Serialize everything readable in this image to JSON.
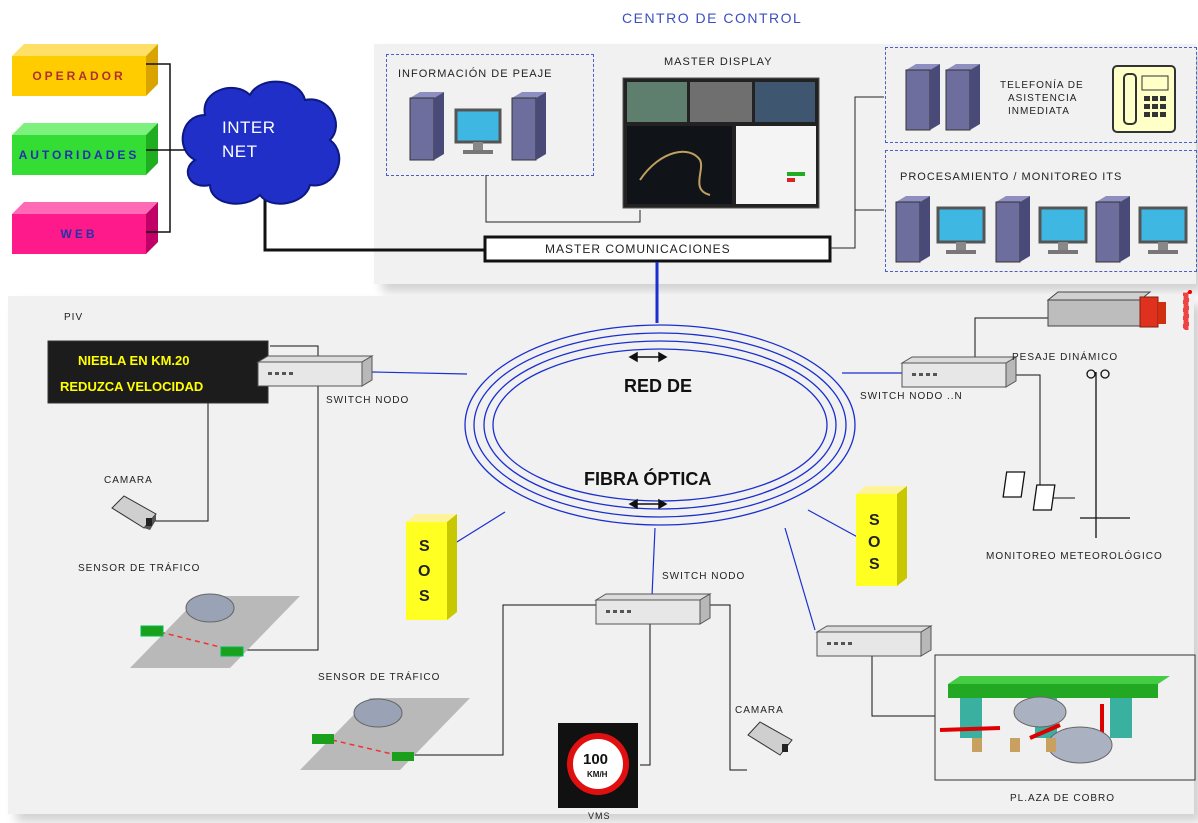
{
  "control_center": {
    "title": "CENTRO DE CONTROL"
  },
  "actors": [
    {
      "label": "OPERADOR",
      "color": "#ffcc00",
      "text_color": "#b03030"
    },
    {
      "label": "AUTORIDADES",
      "color": "#33dd33",
      "text_color": "#2233aa"
    },
    {
      "label": "WEB",
      "color": "#ff1a8c",
      "text_color": "#2233aa"
    }
  ],
  "cloud": {
    "line1": "INTER",
    "line2": "NET"
  },
  "peaje": {
    "label": "INFORMACIÓN DE PEAJE"
  },
  "master_display": {
    "label": "MASTER DISPLAY"
  },
  "telefonia": {
    "line1": "TELEFONÍA DE",
    "line2": "ASISTENCIA",
    "line3": "INMEDIATA"
  },
  "its": {
    "label": "PROCESAMIENTO / MONITOREO ITS"
  },
  "master_comm": {
    "label": "MASTER COMUNICACIONES"
  },
  "fiber": {
    "line1": "RED DE",
    "line2": "FIBRA ÓPTICA"
  },
  "piv": {
    "label": "PIV",
    "line1": "NIEBLA EN KM.20",
    "line2": "REDUZCA VELOCIDAD"
  },
  "switches": {
    "left": "SWITCH NODO",
    "right": "SWITCH NODO ..N",
    "bottom": "SWITCH NODO"
  },
  "devices": {
    "camara_left": "CAMARA",
    "sensor_left": "SENSOR DE TRÁFICO",
    "sensor_bottom": "SENSOR DE TRÁFICO",
    "camara_bottom": "CAMARA",
    "vms": "VMS",
    "vms_speed": "100",
    "vms_unit": "KM/H",
    "pesaje": "PESAJE DINÁMICO",
    "meteo": "MONITOREO METEOROLÓGICO",
    "plaza": "PL.AZA DE COBRO"
  },
  "sos": {
    "letters": [
      "S",
      "O",
      "S"
    ]
  },
  "colors": {
    "fiber": "#1a2fd0",
    "link": "#1a2fd0",
    "wire": "#111111",
    "server": "#6e6e9e",
    "monitor": "#3fb7e3"
  }
}
